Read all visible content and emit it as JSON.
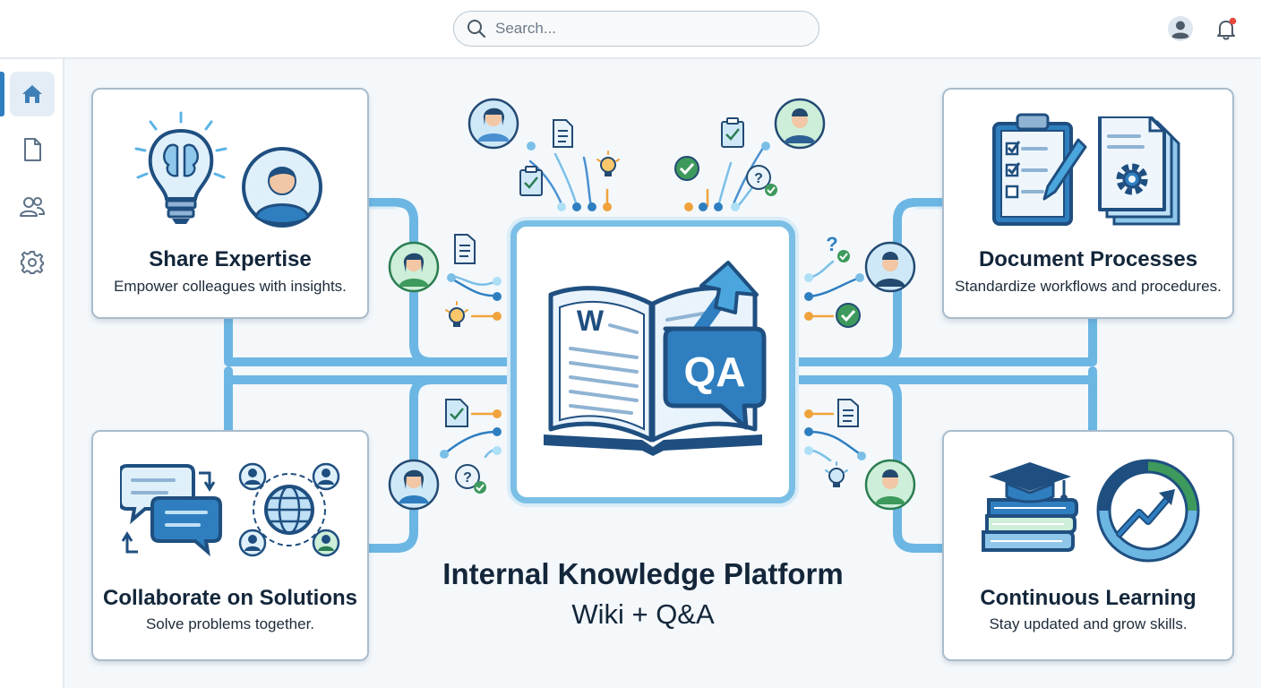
{
  "search": {
    "placeholder": "Search..."
  },
  "header": {
    "icons": [
      "user-avatar-icon",
      "notification-bell-icon"
    ],
    "notification_dot_color": "#e8473b"
  },
  "sidebar": {
    "items": [
      {
        "name": "home",
        "icon": "home-icon",
        "active": true
      },
      {
        "name": "documents",
        "icon": "document-icon",
        "active": false
      },
      {
        "name": "people",
        "icon": "users-icon",
        "active": false
      },
      {
        "name": "settings",
        "icon": "gear-icon",
        "active": false
      }
    ]
  },
  "cards": {
    "share": {
      "title": "Share Expertise",
      "subtitle": "Empower colleagues with insights."
    },
    "document": {
      "title": "Document Processes",
      "subtitle": "Standardize workflows and procedures."
    },
    "collaborate": {
      "title": "Collaborate on Solutions",
      "subtitle": "Solve problems together."
    },
    "learning": {
      "title": "Continuous Learning",
      "subtitle": "Stay updated and grow skills."
    }
  },
  "center": {
    "book_letter": "W",
    "qa_label": "QA"
  },
  "platform": {
    "title": "Internal Knowledge Platform",
    "subtitle": "Wiki + Q&A"
  },
  "colors": {
    "accent": "#2f7fc0",
    "connector": "#6cb6e4",
    "dark_navy": "#13263a",
    "green": "#3d9a5c",
    "orange": "#f0a33c"
  }
}
